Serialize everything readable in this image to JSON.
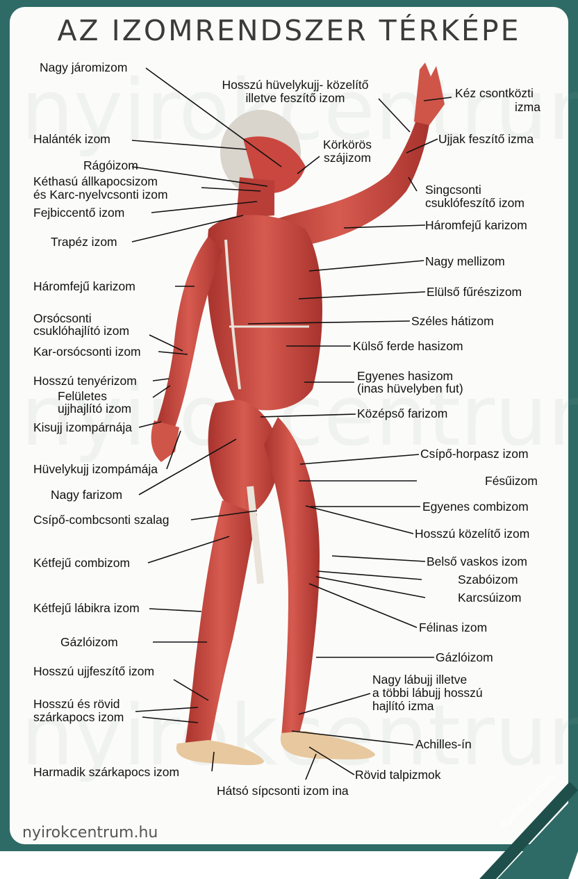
{
  "title": "AZ IZOMRENDSZER TÉRKÉPE",
  "footer": "nyirokcentrum.hu",
  "brand": "NyirokCentrum",
  "watermark": "nyirokcentrum",
  "colors": {
    "frame": "#2f6b66",
    "card": "#fbfcfa",
    "muscle": "#c9473f",
    "muscle_dark": "#9e2f2b",
    "tendon": "#e9e3d9"
  },
  "labels": {
    "nagy_jaromizom": "Nagy járomizom",
    "hosszu_huvelyk_1": "Hosszú hüvelykujj- közelítő",
    "hosszu_huvelyk_2": "illetve feszítő izom",
    "kez_csont_1": "Kéz csontközti",
    "kez_csont_2": "izma",
    "halantek": "Halánték izom",
    "korkoros_1": "Körkörös",
    "korkoros_2": "szájizom",
    "ujjak_feszito": "Ujjak feszítő izma",
    "ragoizom": "Rágóizom",
    "kethasu_1": "Kéthasú állkapocsizom",
    "kethasu_2": "és Karc-nyelvcsonti izom",
    "singcsonti_1": "Singcsonti",
    "singcsonti_2": "csuklófeszítő izom",
    "fejbiccento": "Fejbiccentő izom",
    "trapez": "Trapéz izom",
    "haromfeju_right": "Háromfejű karizom",
    "nagy_mellizom": "Nagy mellizom",
    "haromfeju_left": "Háromfejű karizom",
    "elulso_fureszizom": "Elülső fűrészizom",
    "orsocsonti_1": "Orsócsonti",
    "orsocsonti_2": "csuklóhajlító izom",
    "szeles_hatizom": "Széles hátizom",
    "kar_orsocsonti": "Kar-orsócsonti izom",
    "kulso_ferde": "Külső ferde hasizom",
    "hosszu_tenyerizom": "Hosszú tenyérizom",
    "egyenes_hasizom_1": "Egyenes hasizom",
    "egyenes_hasizom_2": "(inas hüvelyben fut)",
    "feluletes_1": "Felületes",
    "feluletes_2": "ujjhajlító izom",
    "kozepso_farizom": "Középső farizom",
    "kisujj": "Kisujj izompárnája",
    "csipo_horpasz": "Csípő-horpasz izom",
    "huvelykujj_izompamaja": "Hüvelykujj izompámája",
    "fesuizom": "Fésűizom",
    "nagy_farizom": "Nagy farizom",
    "egyenes_combizom": "Egyenes combizom",
    "csipo_combcsonti": "Csípő-combcsonti szalag",
    "hosszu_kozelito": "Hosszú közelítő izom",
    "ketfeju_combizom": "Kétfejű combizom",
    "belso_vaskos": "Belső vaskos izom",
    "szaboizom": "Szabóizom",
    "karcsuizom": "Karcsúizom",
    "ketfeju_labikra": "Kétfejű lábikra izom",
    "felinas": "Félinas izom",
    "gazloizom_left": "Gázlóizom",
    "gazloizom_right": "Gázlóizom",
    "hosszu_ujjfeszito": "Hosszú ujjfeszítő izom",
    "nagy_labujj_1": "Nagy lábujj illetve",
    "nagy_labujj_2": "a többi lábujj hosszú",
    "nagy_labujj_3": "hajlító izma",
    "hosszu_es_rovid_1": "Hosszú és rövid",
    "hosszu_es_rovid_2": "szárkapocs izom",
    "achilles": "Achilles-ín",
    "harmadik_szarkapocs": "Harmadik szárkapocs izom",
    "rovid_talpizmok": "Rövid talpizmok",
    "hatso_sipcsonti": "Hátsó sípcsonti izom ina"
  }
}
